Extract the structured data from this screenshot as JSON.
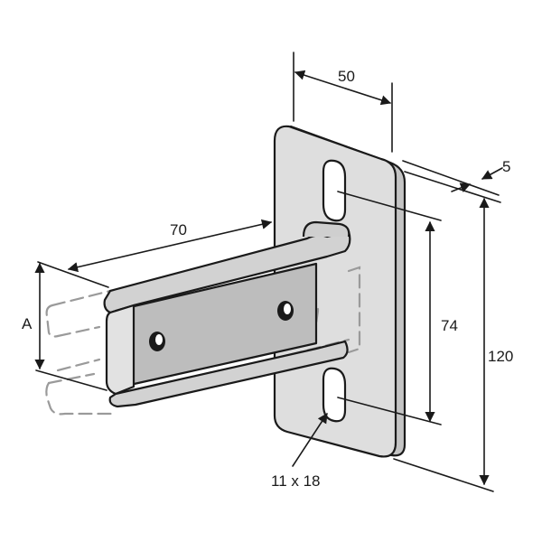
{
  "dimensions": {
    "width": "50",
    "thickness": "5",
    "length": "70",
    "height_a": "A",
    "slot_spacing": "74",
    "plate_height": "120",
    "slot_size": "11 x 18"
  },
  "colors": {
    "plate_face": "#dedede",
    "plate_edge": "#c4c4c4",
    "channel_face": "#d2d2d2",
    "channel_inner": "#bdbdbd",
    "line": "#1a1a1a",
    "ghost": "#9a9a9a"
  }
}
